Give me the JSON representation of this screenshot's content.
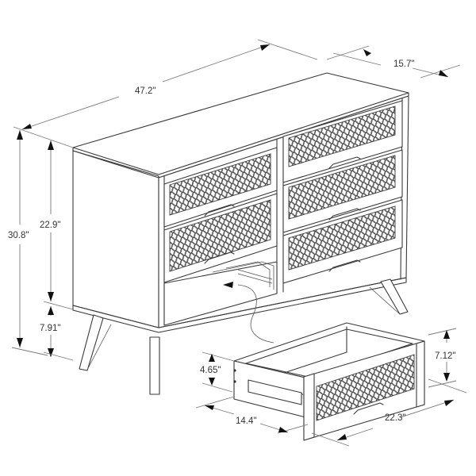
{
  "diagram": {
    "subject": "Six-drawer dresser with lattice-pattern drawer fronts, shown with one drawer removed",
    "colors": {
      "line": "#3a3a3a",
      "dimension_line": "#7a7a7a",
      "arrow": "#111111",
      "label": "#333333",
      "background": "#ffffff"
    },
    "dimensions": {
      "overall_width": "47.2\"",
      "overall_depth": "15.7\"",
      "overall_height": "30.8\"",
      "cabinet_height": "22.9\"",
      "leg_height": "7.91\"",
      "drawer_side_height": "4.65\"",
      "drawer_depth": "14.4\"",
      "drawer_front_width": "22.3\"",
      "drawer_front_height": "7.12\""
    },
    "parts": {
      "drawer_count": 6,
      "columns": 2,
      "removed_drawer": "left column, bottom drawer",
      "pattern": "lattice / quatrefoil mesh"
    }
  }
}
